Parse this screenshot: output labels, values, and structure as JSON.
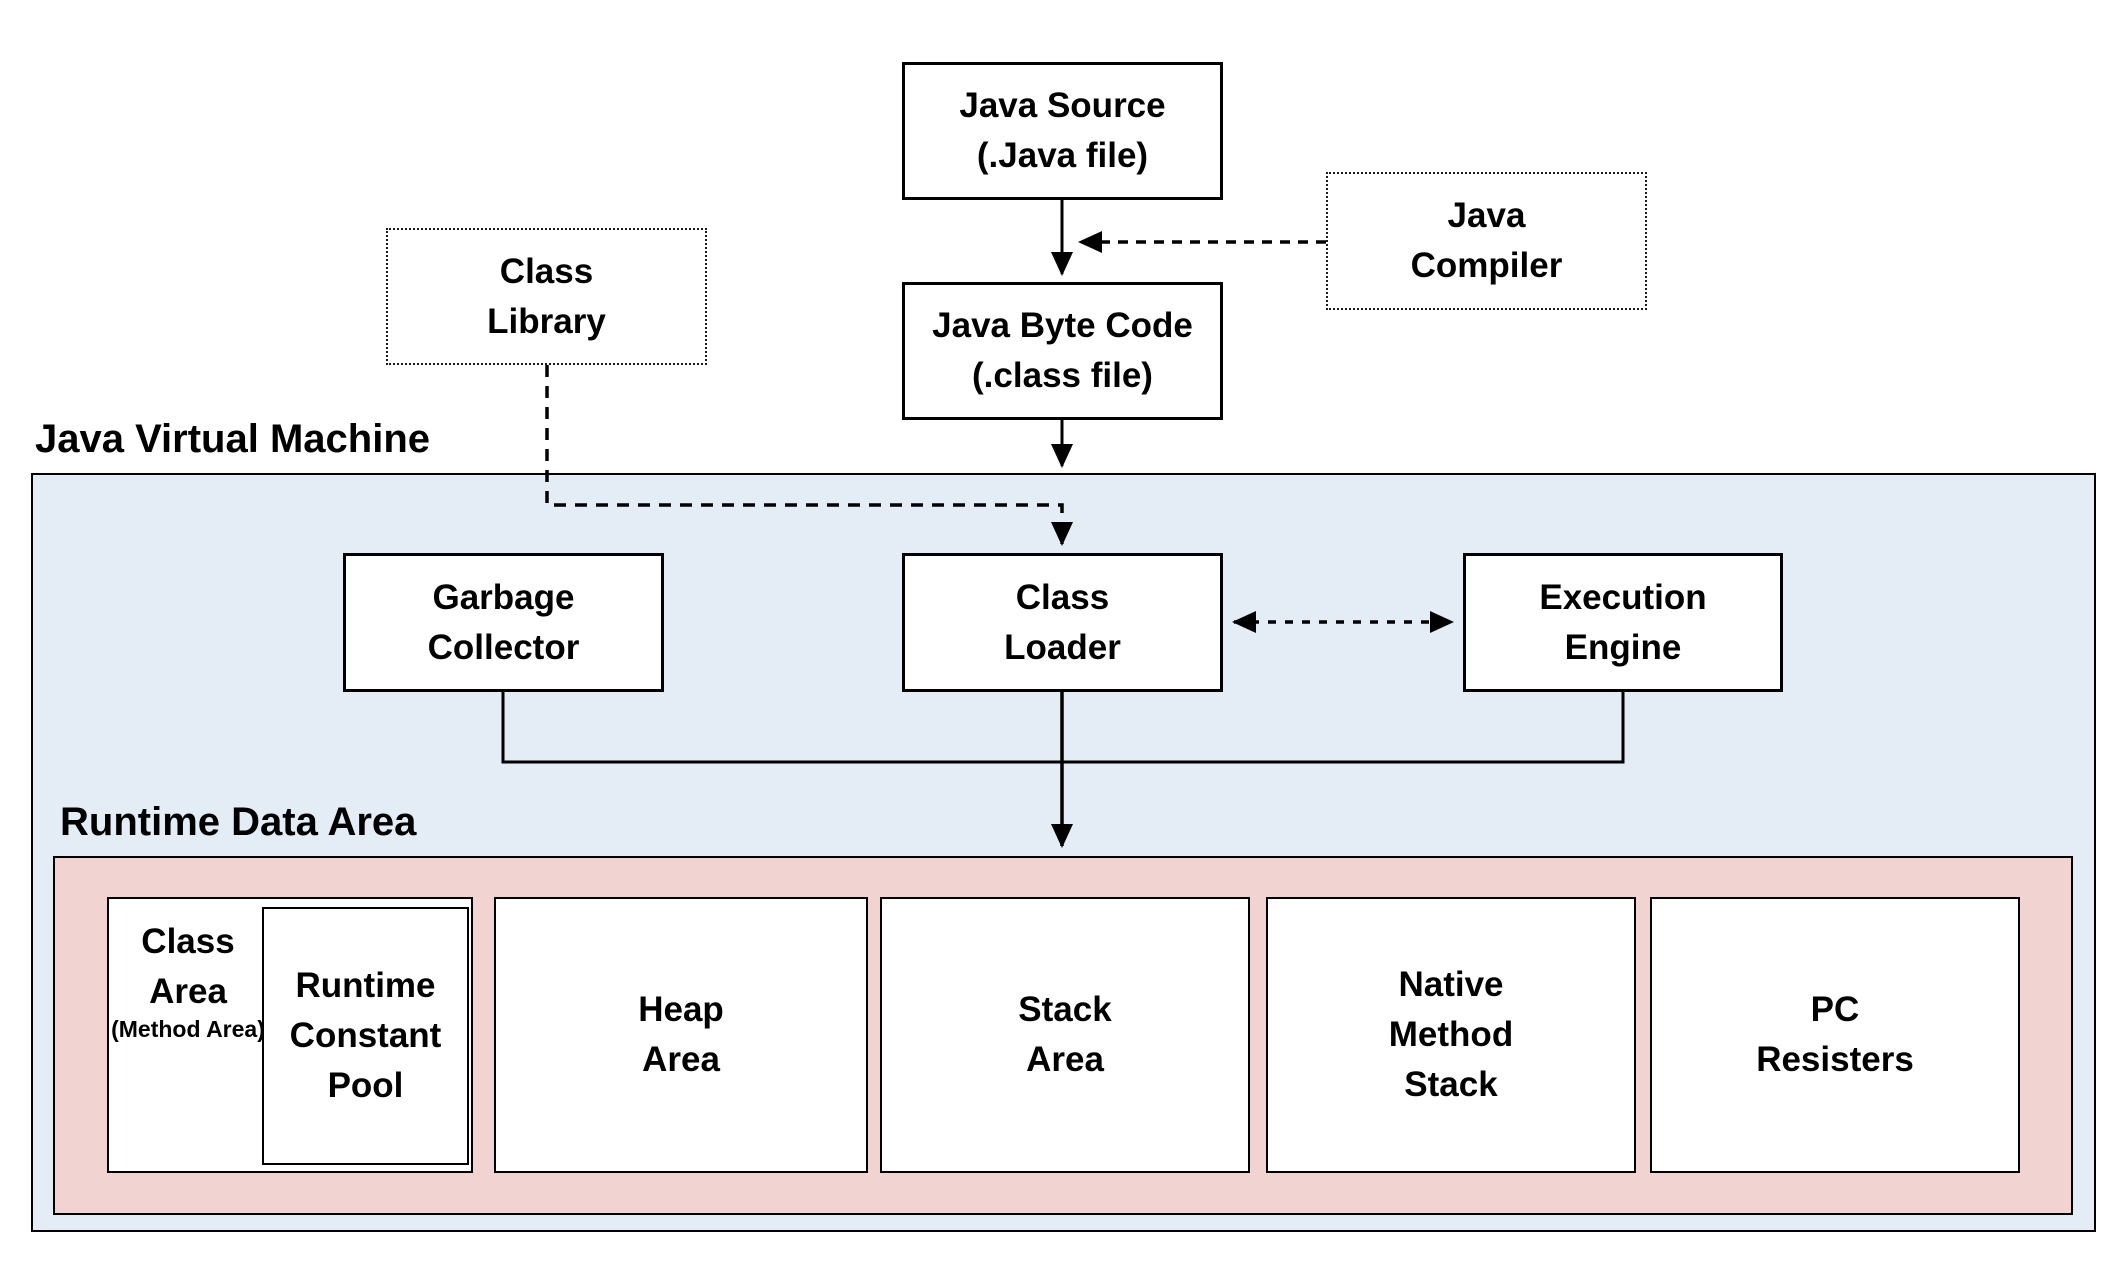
{
  "diagram": {
    "jvm_section_label": "Java Virtual Machine",
    "runtime_section_label": "Runtime Data Area",
    "colors": {
      "jvm_area_bg": "#e4edf6",
      "runtime_area_bg": "#f1d3d2",
      "line": "#000000",
      "box_bg": "#ffffff"
    },
    "boxes": {
      "java_source": {
        "lines": [
          "Java Source",
          "(.Java file)"
        ]
      },
      "java_compiler": {
        "lines": [
          "Java",
          "Compiler"
        ]
      },
      "class_library": {
        "lines": [
          "Class",
          "Library"
        ]
      },
      "java_byte_code": {
        "lines": [
          "Java Byte Code",
          "(.class file)"
        ]
      },
      "garbage_collector": {
        "lines": [
          "Garbage",
          "Collector"
        ]
      },
      "class_loader": {
        "lines": [
          "Class",
          "Loader"
        ]
      },
      "execution_engine": {
        "lines": [
          "Execution",
          "Engine"
        ]
      },
      "class_area": {
        "lines": [
          "Class",
          "Area"
        ],
        "note": "(Method Area)"
      },
      "runtime_constant_pool": {
        "lines": [
          "Runtime",
          "Constant",
          "Pool"
        ]
      },
      "heap_area": {
        "lines": [
          "Heap",
          "Area"
        ]
      },
      "stack_area": {
        "lines": [
          "Stack",
          "Area"
        ]
      },
      "native_method_stack": {
        "lines": [
          "Native",
          "Method",
          "Stack"
        ]
      },
      "pc_registers": {
        "lines": [
          "PC",
          "Resisters"
        ]
      }
    }
  }
}
